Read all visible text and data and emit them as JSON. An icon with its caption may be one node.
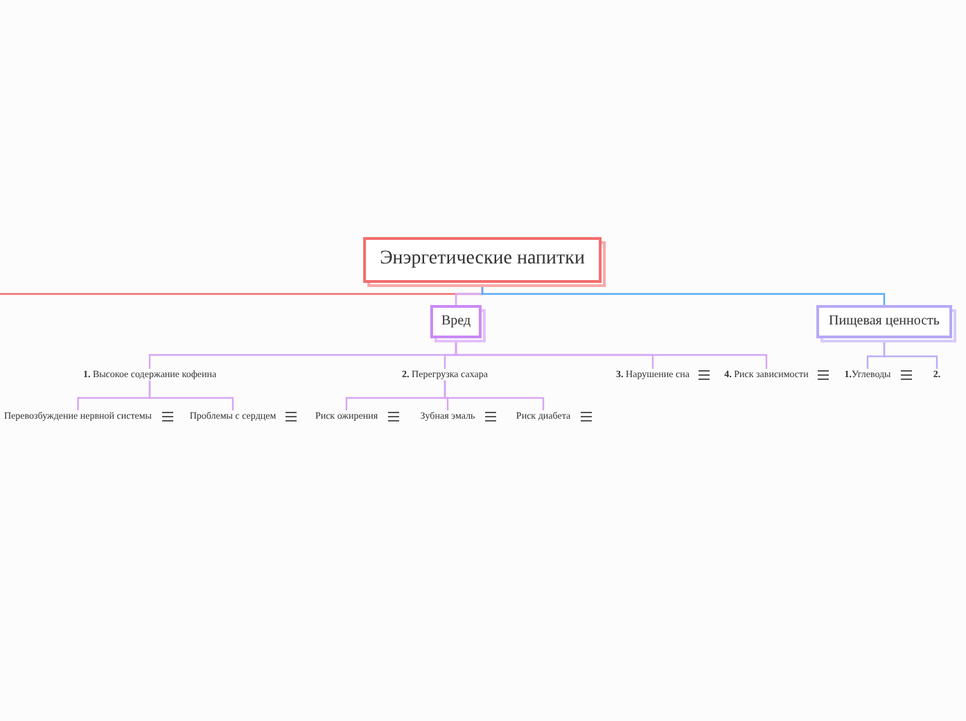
{
  "diagram": {
    "nodes": [
      {
        "text": [
          "Энэргетические напитки"
        ]
      },
      {
        "text": [
          "Вред"
        ]
      },
      {
        "text": [
          "Пищевая ценность"
        ]
      },
      {
        "text": [
          "**1.** Высокое содержание кофеина"
        ]
      },
      {
        "text": [
          "**2.** Перегрузка сахара"
        ]
      },
      {
        "text": [
          "**3.** Нарушение сна"
        ]
      },
      {
        "text": [
          "**4.** Риск зависимости"
        ]
      },
      {
        "text": [
          "**1.**Углеводы"
        ]
      },
      {
        "text": [
          "2."
        ]
      },
      {
        "text": [
          "Перевозбуждение нервной системы"
        ]
      },
      {
        "text": [
          "Проблемы с сердцем"
        ]
      },
      {
        "text": [
          "Риск ожирения"
        ]
      },
      {
        "text": [
          "Зубная эмаль"
        ]
      },
      {
        "text": [
          "Риск диабета"
        ]
      }
    ],
    "edges": [
      {
        "from": 0,
        "to": null,
        "arrow": "none",
        "color": "#f26d6d"
      },
      {
        "from": 0,
        "to": 1,
        "arrow": "none"
      },
      {
        "from": 0,
        "to": 2,
        "arrow": "none",
        "color": "#5aaaf5"
      },
      {
        "from": 1,
        "to": 3,
        "arrow": "none"
      },
      {
        "from": 1,
        "to": 4,
        "arrow": "none"
      },
      {
        "from": 1,
        "to": 5,
        "arrow": "none"
      },
      {
        "from": 1,
        "to": 6,
        "arrow": "none"
      },
      {
        "from": 2,
        "to": 7,
        "arrow": "none",
        "color": "#b9aef5"
      },
      {
        "from": 2,
        "to": 8,
        "arrow": "none",
        "color": "#b9aef5"
      },
      {
        "from": 3,
        "to": 9,
        "arrow": "none"
      },
      {
        "from": 3,
        "to": 10,
        "arrow": "none"
      },
      {
        "from": 4,
        "to": 11,
        "arrow": "none"
      },
      {
        "from": 4,
        "to": 12,
        "arrow": "none"
      },
      {
        "from": 4,
        "to": 13,
        "arrow": "none"
      }
    ]
  }
}
